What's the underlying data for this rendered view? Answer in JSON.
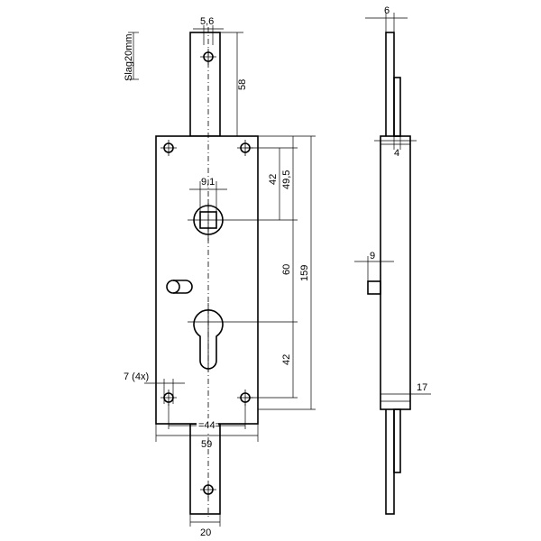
{
  "labels": {
    "slag": "Slag20mm",
    "d_5_6": "5,6",
    "d_58": "58",
    "d_9_1": "9,1",
    "d_42_top": "42",
    "d_49_5": "49,5",
    "d_60": "60",
    "d_159": "159",
    "d_42_bottom": "42",
    "d_7_4x": "7 (4x)",
    "d_44": "=44=",
    "d_59": "59",
    "d_20": "20",
    "d_6": "6",
    "d_4": "4",
    "d_9": "9",
    "d_17": "17"
  }
}
